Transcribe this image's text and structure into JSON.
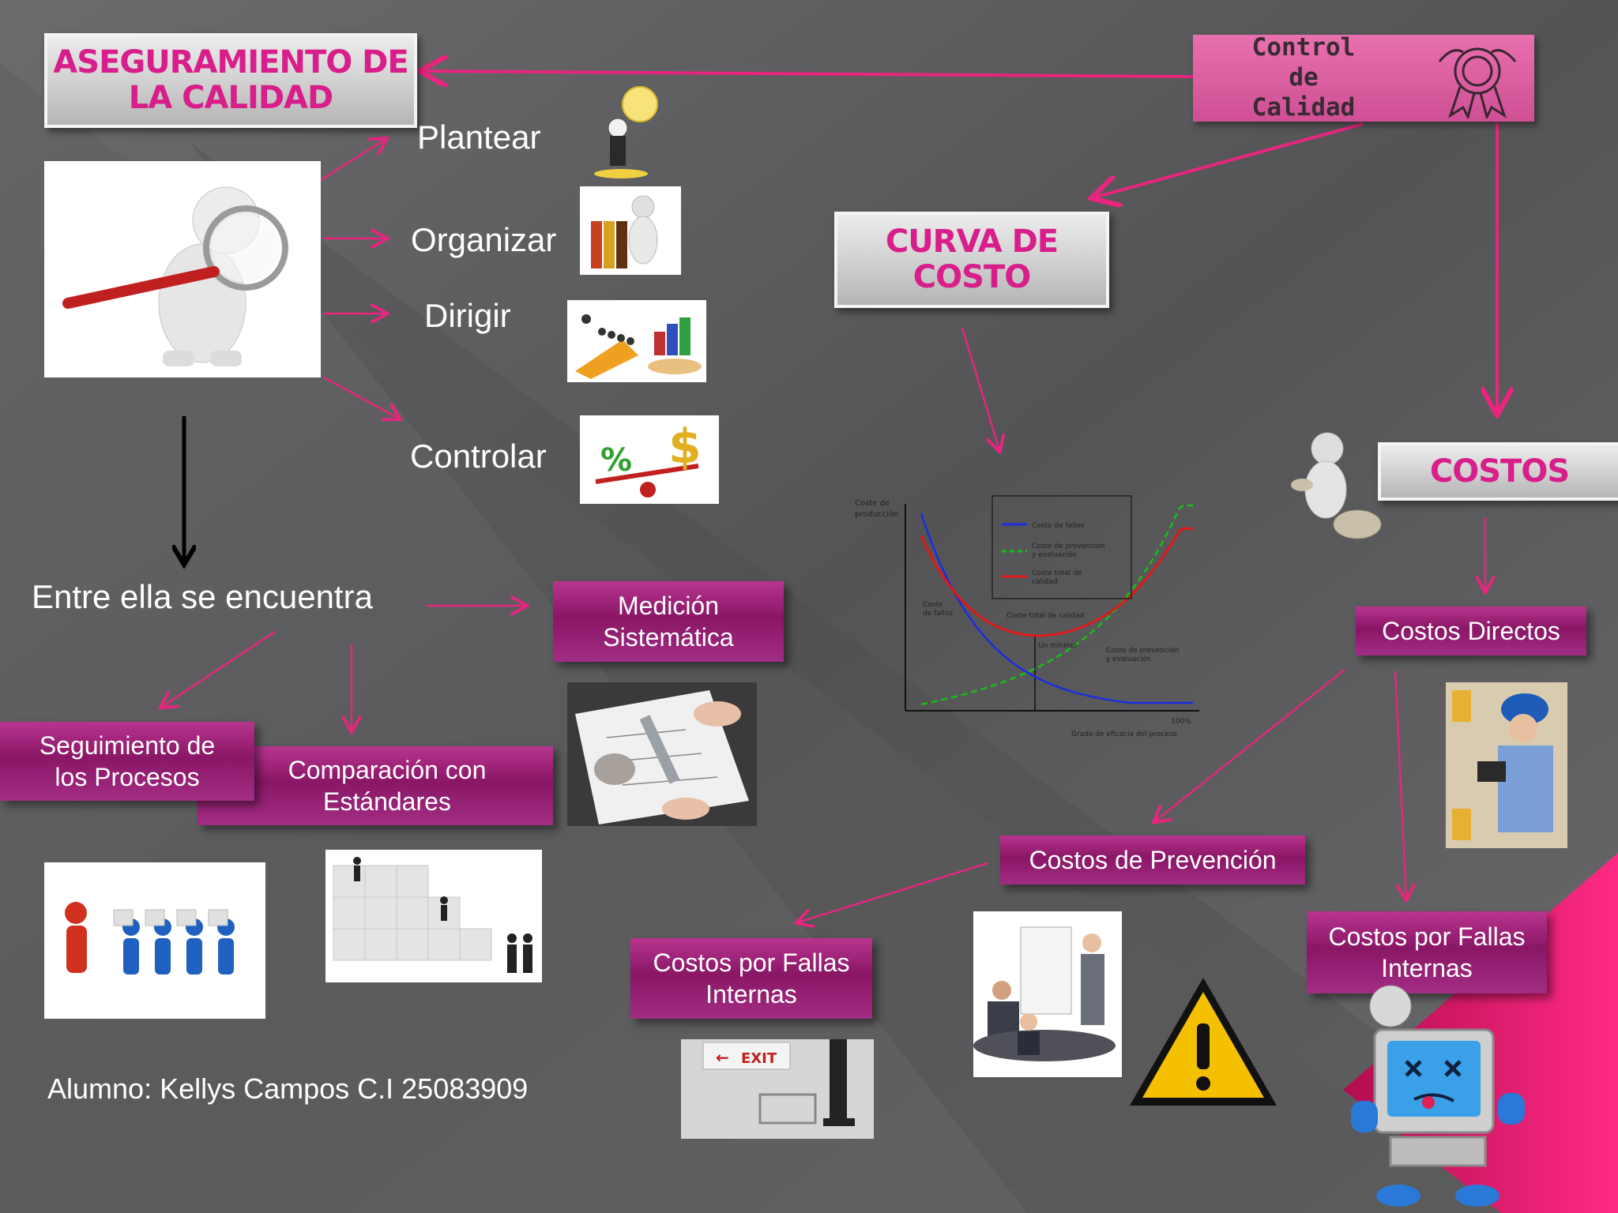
{
  "titles": {
    "aseguramiento": [
      "ASEGURAMIENTO DE",
      "LA CALIDAD"
    ],
    "control": [
      "Control",
      "de",
      "Calidad"
    ],
    "curva": [
      "CURVA DE",
      "COSTO"
    ],
    "costos": "COSTOS"
  },
  "steps": [
    "Plantear",
    "Organizar",
    "Dirigir",
    "Controlar"
  ],
  "entre": "Entre ella se encuentra",
  "boxes": {
    "medicion": [
      "Medición",
      "Sistemática"
    ],
    "seguimiento": [
      "Seguimiento de",
      "los Procesos"
    ],
    "comparacion": [
      "Comparación con",
      "Estándares"
    ],
    "costos_directos": "Costos Directos",
    "costos_prevencion": "Costos de Prevención",
    "fallas_internas_center": [
      "Costos por Fallas",
      "Internas"
    ],
    "fallas_internas_right": [
      "Costos por Fallas",
      "Internas"
    ]
  },
  "alumno": "Alumno: Kellys Campos  C.I 25083909",
  "chart": {
    "ylabel": [
      "Coste de",
      "producción"
    ],
    "legend": [
      {
        "label": [
          "Coste de fallos"
        ],
        "color": "#1a2ee0"
      },
      {
        "label": [
          "Coste de prevención",
          "y evaluación"
        ],
        "color": "#18c018"
      },
      {
        "label": [
          "Coste total de",
          "calidad"
        ],
        "color": "#e01818"
      }
    ],
    "curve_labels": {
      "fallos": [
        "Coste",
        "de fallos"
      ],
      "total": "Coste total de calidad",
      "prevencion": [
        "Coste de prevención",
        "y evaluación"
      ],
      "minimo": "Un mínimo"
    },
    "xtick": "100%",
    "xlabel": "Grado de eficacia del proceso"
  },
  "exit_sign": "EXIT",
  "colors": {
    "accent": "#e8257f",
    "box": "#8a1666",
    "title_text": "#d81e8a"
  },
  "chart_data": {
    "type": "line",
    "xlabel": "Grado de eficacia del proceso",
    "ylabel": "Coste de producción",
    "x_ticks": [
      "100%"
    ],
    "series": [
      {
        "name": "Coste de fallos",
        "trend": "decreasing"
      },
      {
        "name": "Coste de prevención y evaluación",
        "trend": "increasing"
      },
      {
        "name": "Coste total de calidad",
        "trend": "U-shaped, minimum at intersection"
      }
    ],
    "annotations": [
      "Un mínimo",
      "Coste total de calidad",
      "Coste de fallos",
      "Coste de prevención y evaluación"
    ],
    "legend_position": "top-center"
  }
}
